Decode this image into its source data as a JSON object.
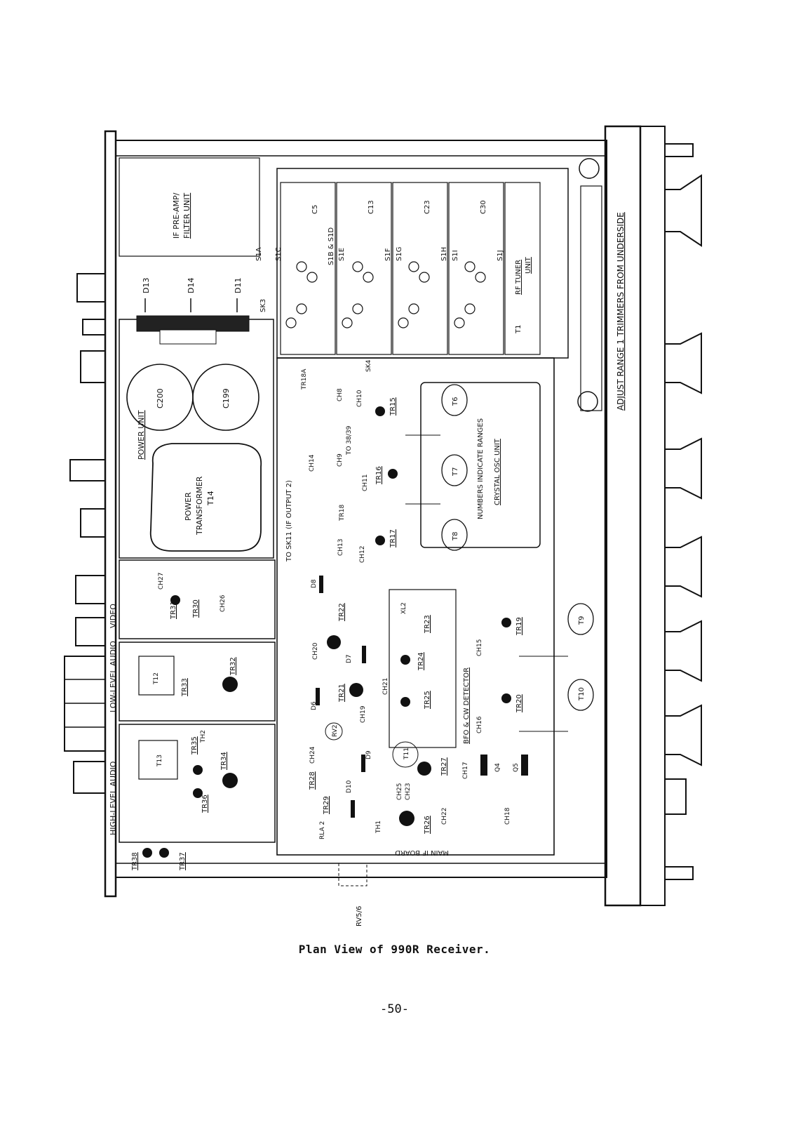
{
  "caption": "Plan View of 990R Receiver.",
  "page_number": "-50-",
  "side_labels": {
    "adjust": "ADJUST RANGE 1 TRIMMERS FROM UNDERSIDE",
    "numbers_indicate": "NUMBERS INDICATE RANGES",
    "crystal_osc": "CRYSTAL OSC UNIT",
    "if_preamp": "IF PRE-AMP/",
    "filter_unit": "FILTER UNIT",
    "power_unit": "POWER UNIT",
    "power": "POWER",
    "transformer": "TRANSFORMER",
    "t14": "T14",
    "rf_tuner": "RF TUNER",
    "unit": "UNIT",
    "video": "VIDEO",
    "low_level_audio": "LOW-LEVEL AUDIO",
    "high_level_audio": "HIGH-LEVEL AUDIO",
    "main_if_board": "MAIN IF BOARD",
    "bfo_cw": "BFO & CW DETECTOR",
    "to_sk11": "TO SK11 (IF OUTPUT 2)",
    "to_3839": "TO 38/39",
    "rv56": "RV5/6",
    "sk3": "SK3",
    "sk4": "SK4",
    "tr18a": "TR18A",
    "tr18": "TR18"
  },
  "diodes": [
    "D13",
    "D14",
    "D11"
  ],
  "capacitors": [
    "C200",
    "C199"
  ],
  "switch_labels": [
    "S1A",
    "S1C",
    "S1B & S1D",
    "S1E",
    "S1F",
    "S1G",
    "S1H",
    "S1I",
    "S1J"
  ],
  "trimmer_caps": [
    "C5",
    "C13",
    "C23",
    "C30"
  ],
  "coils": [
    "T6",
    "T7",
    "T8",
    "T9",
    "T10"
  ],
  "transistors": [
    "TR15",
    "TR16",
    "TR17",
    "TR19",
    "TR20",
    "TR21",
    "TR22",
    "TR23",
    "TR24",
    "TR25",
    "TR26",
    "TR27",
    "TR28",
    "TR29",
    "TR30",
    "TR31",
    "TR32",
    "TR33",
    "TR34",
    "TR35",
    "TR36",
    "TR37",
    "TR38"
  ],
  "chokes": [
    "CH8",
    "CH9",
    "CH10",
    "CH11",
    "CH12",
    "CH13",
    "CH14",
    "CH15",
    "CH16",
    "CH17",
    "CH18",
    "CH19",
    "CH20",
    "CH21",
    "CH22",
    "CH23",
    "CH24",
    "CH25",
    "CH26",
    "CH27"
  ],
  "other_parts": [
    "D6",
    "D7",
    "D8",
    "D9",
    "D10",
    "Q4",
    "Q5",
    "XL2",
    "T11",
    "T12",
    "T13",
    "T1",
    "TH1",
    "TH2",
    "RV2",
    "RLA 2"
  ]
}
